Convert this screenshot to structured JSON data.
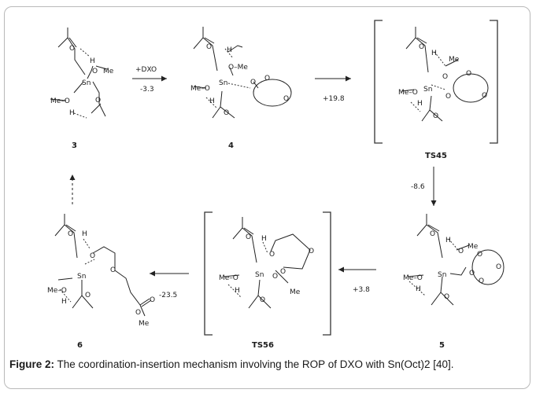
{
  "caption": {
    "label": "Figure 2:",
    "text": " The coordination-insertion mechanism involving the ROP of DXO with Sn(Oct)2 [40]."
  },
  "compounds": {
    "c3": "3",
    "c4": "4",
    "ts45": "TS45",
    "c5": "5",
    "ts56": "TS56",
    "c6": "6"
  },
  "conditions": {
    "step34_top": "+DXO",
    "step34_bottom": "-3.3",
    "step4_ts45": "+19.8",
    "step_ts45_5": "-8.6",
    "step5_ts56": "+3.8",
    "step_ts56_6": "-23.5"
  },
  "atoms": {
    "Sn": "Sn",
    "O": "O",
    "H": "H",
    "Me": "Me",
    "MeO": "Me–O",
    "OMe": "O–Me"
  }
}
